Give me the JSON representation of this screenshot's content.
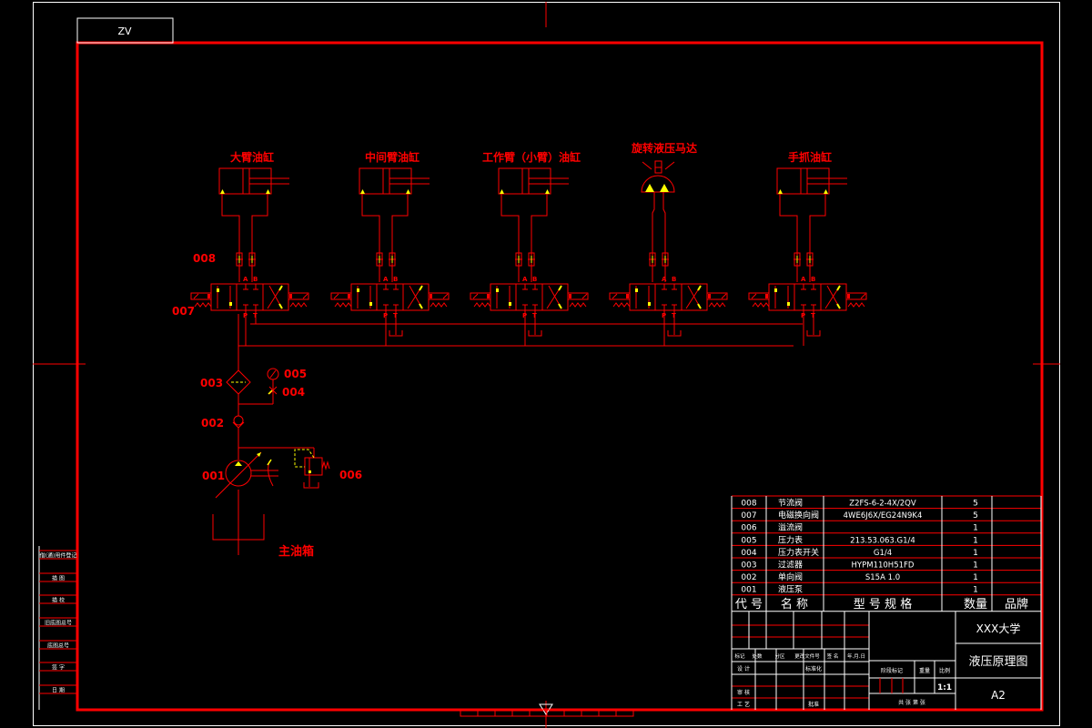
{
  "drawing": {
    "corner_tag": "ZV",
    "colors": {
      "background": "#000000",
      "frame": "#ff0000",
      "line": "#ff0000",
      "white": "#ffffff",
      "accent": "#ffff00"
    }
  },
  "actuators": [
    {
      "id": "cyl-1",
      "label": "大臂油缸",
      "type": "cylinder"
    },
    {
      "id": "cyl-2",
      "label": "中间臂油缸",
      "type": "cylinder"
    },
    {
      "id": "cyl-3",
      "label": "工作臂（小臂）油缸",
      "type": "cylinder"
    },
    {
      "id": "motor",
      "label": "旋转液压马达",
      "type": "motor"
    },
    {
      "id": "cyl-5",
      "label": "手抓油缸",
      "type": "cylinder"
    }
  ],
  "callouts": {
    "c008": "008",
    "c007": "007",
    "c003": "003",
    "c005": "005",
    "c004": "004",
    "c002": "002",
    "c001": "001",
    "c006": "006",
    "tank": "主油箱"
  },
  "valve_ports": {
    "a": "A",
    "b": "B",
    "p": "P",
    "t": "T"
  },
  "bom": {
    "rows": [
      {
        "code": "008",
        "name": "节流阀",
        "model": "Z2FS-6-2-4X/2QV",
        "qty": "5",
        "brand": ""
      },
      {
        "code": "007",
        "name": "电磁换向阀",
        "model": "4WE6J6X/EG24N9K4",
        "qty": "5",
        "brand": ""
      },
      {
        "code": "006",
        "name": "溢流阀",
        "model": "",
        "qty": "1",
        "brand": ""
      },
      {
        "code": "005",
        "name": "压力表",
        "model": "213.53.063.G1/4",
        "qty": "1",
        "brand": ""
      },
      {
        "code": "004",
        "name": "压力表开关",
        "model": "G1/4",
        "qty": "1",
        "brand": ""
      },
      {
        "code": "003",
        "name": "过滤器",
        "model": "HYPM110H51FD",
        "qty": "1",
        "brand": ""
      },
      {
        "code": "002",
        "name": "单向阀",
        "model": "S15A 1.0",
        "qty": "1",
        "brand": ""
      },
      {
        "code": "001",
        "name": "液压泵",
        "model": "",
        "qty": "1",
        "brand": ""
      }
    ],
    "header": {
      "code": "代 号",
      "name": "名 称",
      "model": "型 号 规 格",
      "qty": "数量",
      "brand": "品牌"
    }
  },
  "title_block": {
    "school": "XXX大学",
    "drawing_name": "液压原理图",
    "sheet_size": "A2",
    "scale": "1:1",
    "rev_headers": [
      "标记",
      "处数",
      "分区",
      "更改文件号",
      "签 名",
      "年.月.日"
    ],
    "rows_left": [
      "设 计",
      "",
      "审 核",
      "工 艺"
    ],
    "standardize": "标准化",
    "approve": "批准",
    "stage_mark": "阶段标记",
    "weight": "重量",
    "scale_label": "比例",
    "sheets": "共  张  第  张"
  },
  "side_strip": [
    "借(通)用件登记",
    "旧底图总号",
    "底图总号",
    "签 字",
    "日 期",
    "描 图",
    "描 校"
  ]
}
